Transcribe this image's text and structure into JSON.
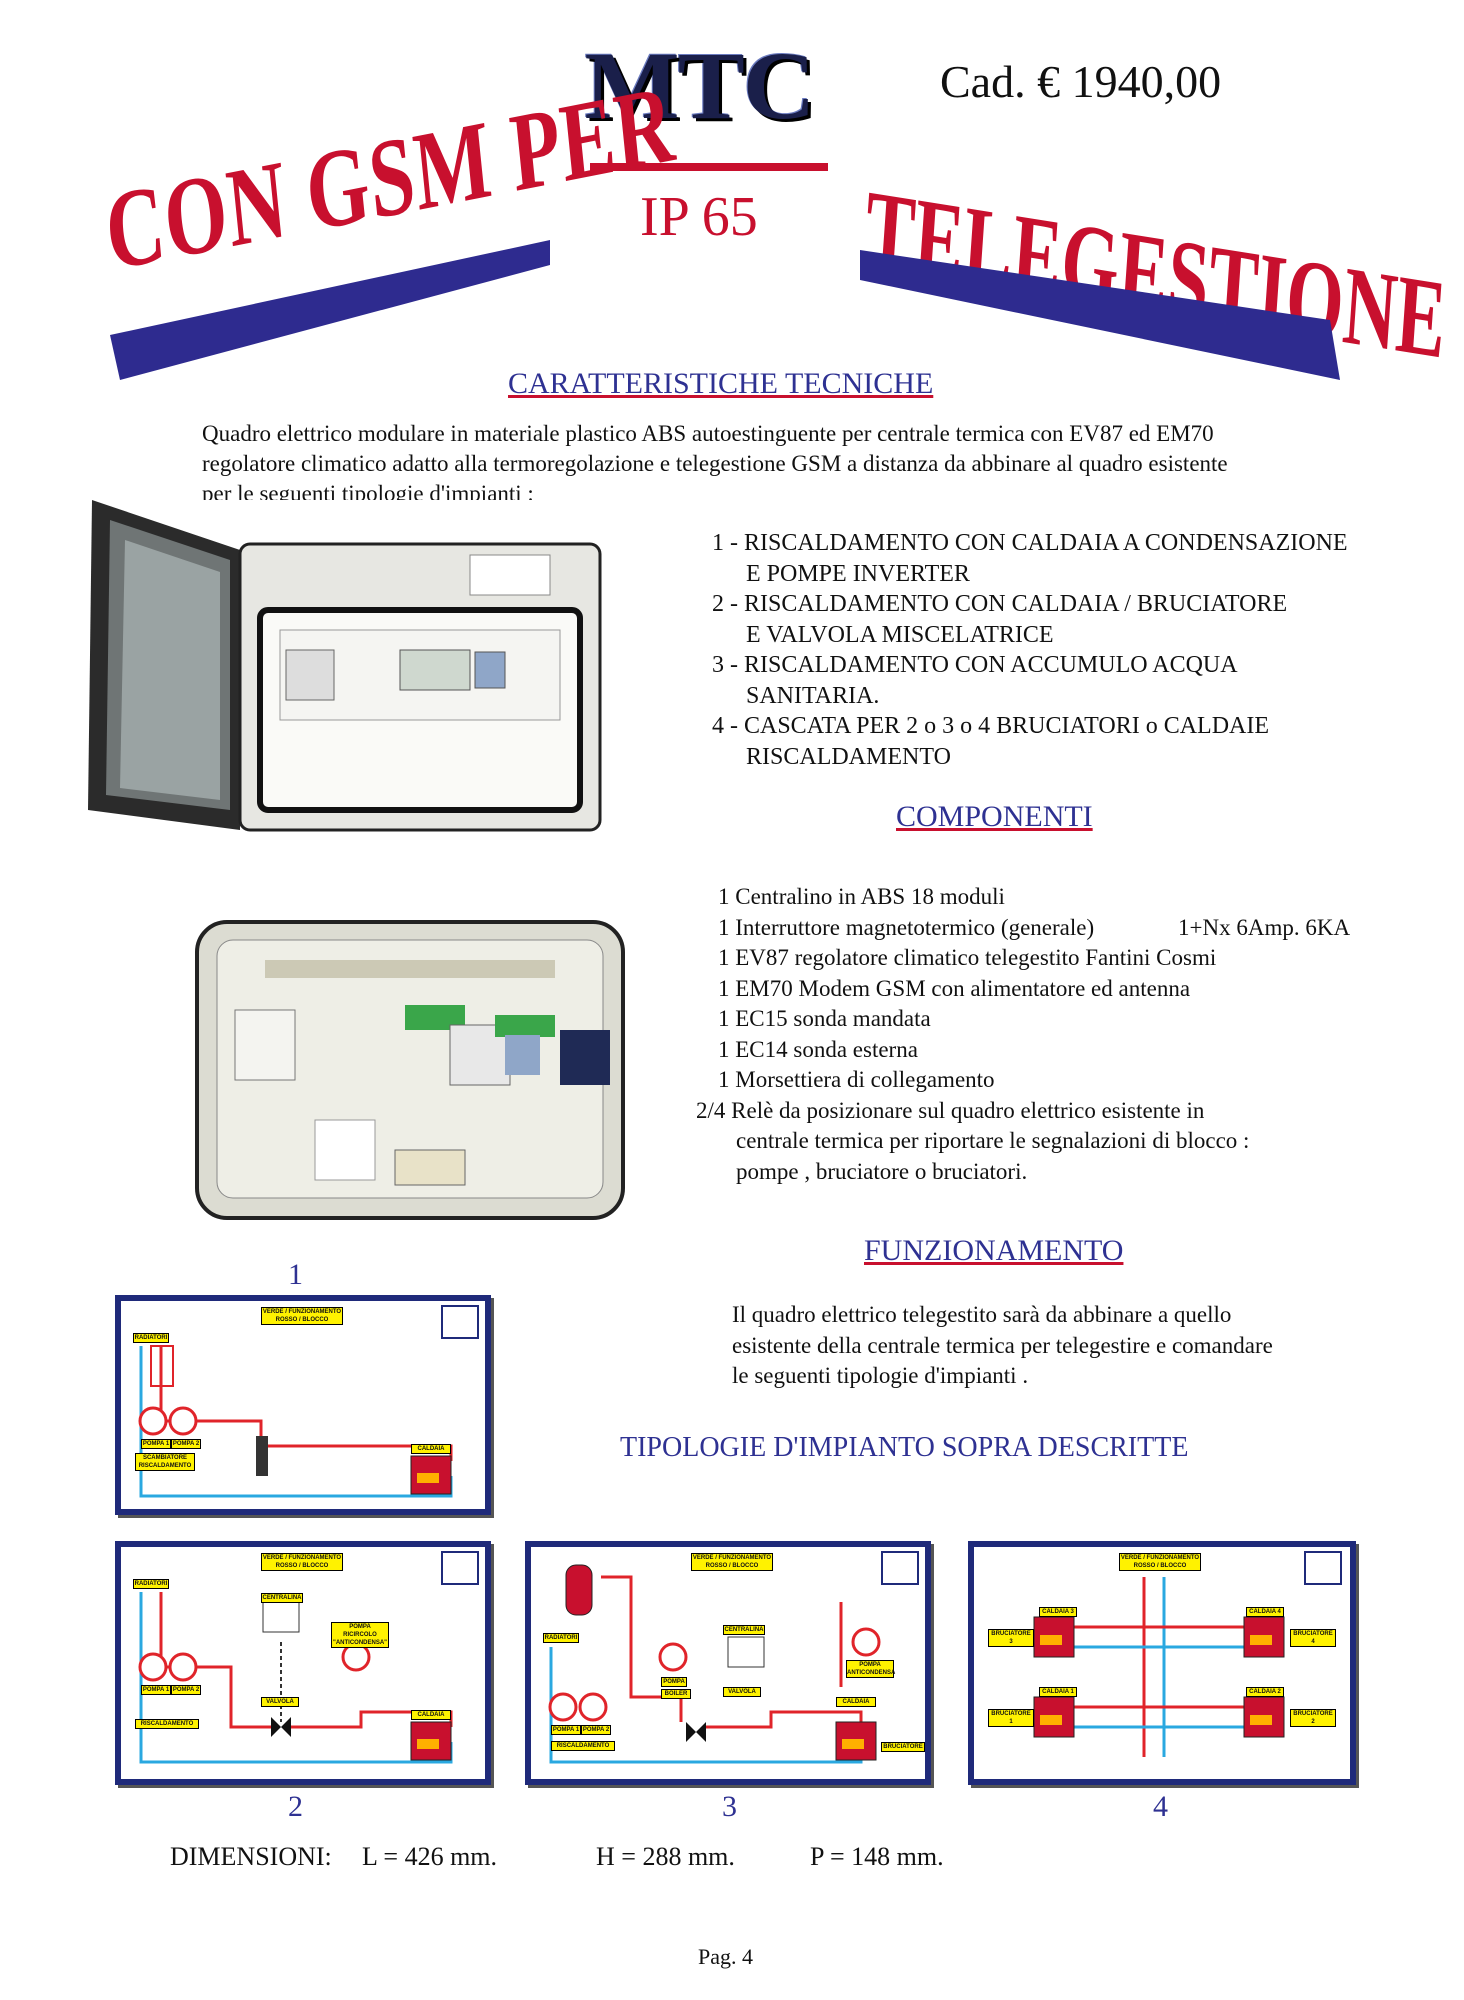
{
  "header": {
    "brand": "MTC",
    "price": "Cad.  € 1940,00",
    "ip": "IP 65",
    "left_slogan": "CON GSM PER",
    "right_slogan": "TELEGESTIONE"
  },
  "specs": {
    "title": "CARATTERISTICHE TECNICHE",
    "intro": [
      "Quadro elettrico modulare in materiale plastico ABS autoestinguente per centrale termica  con EV87 ed EM70",
      "regolatore climatico adatto alla termoregolazione e telegestione GSM a distanza  da abbinare al quadro esistente",
      "per le seguenti tipologie d'impianti :"
    ],
    "types": [
      "1 - RISCALDAMENTO  CON CALDAIA A CONDENSAZIONE",
      "E POMPE INVERTER",
      "2 - RISCALDAMENTO CON CALDAIA  /  BRUCIATORE",
      "E VALVOLA MISCELATRICE",
      "3 - RISCALDAMENTO CON ACCUMULO ACQUA",
      "SANITARIA.",
      "4 - CASCATA PER  2 o 3 o 4 BRUCIATORI o CALDAIE",
      "RISCALDAMENTO"
    ]
  },
  "components": {
    "title": "COMPONENTI",
    "items": [
      "1 Centralino in ABS 18 moduli",
      "1 Interruttore magnetotermico (generale)",
      "1 EV87 regolatore climatico telegestito Fantini Cosmi",
      "1 EM70 Modem GSM con alimentatore ed antenna",
      "1 EC15 sonda mandata",
      "1 EC14 sonda esterna",
      "1 Morsettiera di collegamento",
      "2/4 Relè da posizionare sul quadro elettrico esistente in",
      "centrale termica per riportare le segnalazioni di blocco :",
      "pompe , bruciatore o bruciatori."
    ],
    "breaker_rating": "1+Nx  6Amp. 6KA"
  },
  "operation": {
    "title": "FUNZIONAMENTO",
    "text": [
      "Il quadro elettrico telegestito sarà da abbinare a quello",
      "esistente della centrale termica per telegestire e comandare",
      "le seguenti tipologie d'impianti ."
    ],
    "subtitle": "TIPOLOGIE  D'IMPIANTO SOPRA DESCRITTE"
  },
  "diagrams": {
    "numbers": [
      "1",
      "2",
      "3",
      "4"
    ],
    "legend": "VERDE / FUNZIONAMENTO ROSSO / BLOCCO",
    "labels": {
      "radiatori": "RADIATORI",
      "pompa1": "POMPA 1",
      "pompa2": "POMPA 2",
      "scambiatore": "SCAMBIATORE RISCALDAMENTO",
      "caldaia": "CALDAIA",
      "centralina": "CENTRALINA",
      "valvola": "VALVOLA",
      "riscaldamento": "RISCALDAMENTO",
      "pompa_ricircolo": "POMPA RICIRCOLO \"ANTICONDENSA\"",
      "bruciatore": "BRUCIATORE",
      "boiler": "BOILER",
      "pompa": "POMPA",
      "pompa_anticondensa": "POMPA ANTICONDENSA",
      "caldaia1": "CALDAIA 1",
      "caldaia2": "CALDAIA 2",
      "caldaia3": "CALDAIA 3",
      "caldaia4": "CALDAIA 4",
      "bruciatore1": "BRUCIATORE 1",
      "bruciatore2": "BRUCIATORE 2",
      "bruciatore3": "BRUCIATORE 3",
      "bruciatore4": "BRUCIATORE 4"
    }
  },
  "dimensions": {
    "label": "DIMENSIONI:",
    "L": "L  =  426 mm.",
    "H": "H  =  288  mm.",
    "P": "P  = 148  mm."
  },
  "footer": {
    "page": "Pag. 4"
  }
}
